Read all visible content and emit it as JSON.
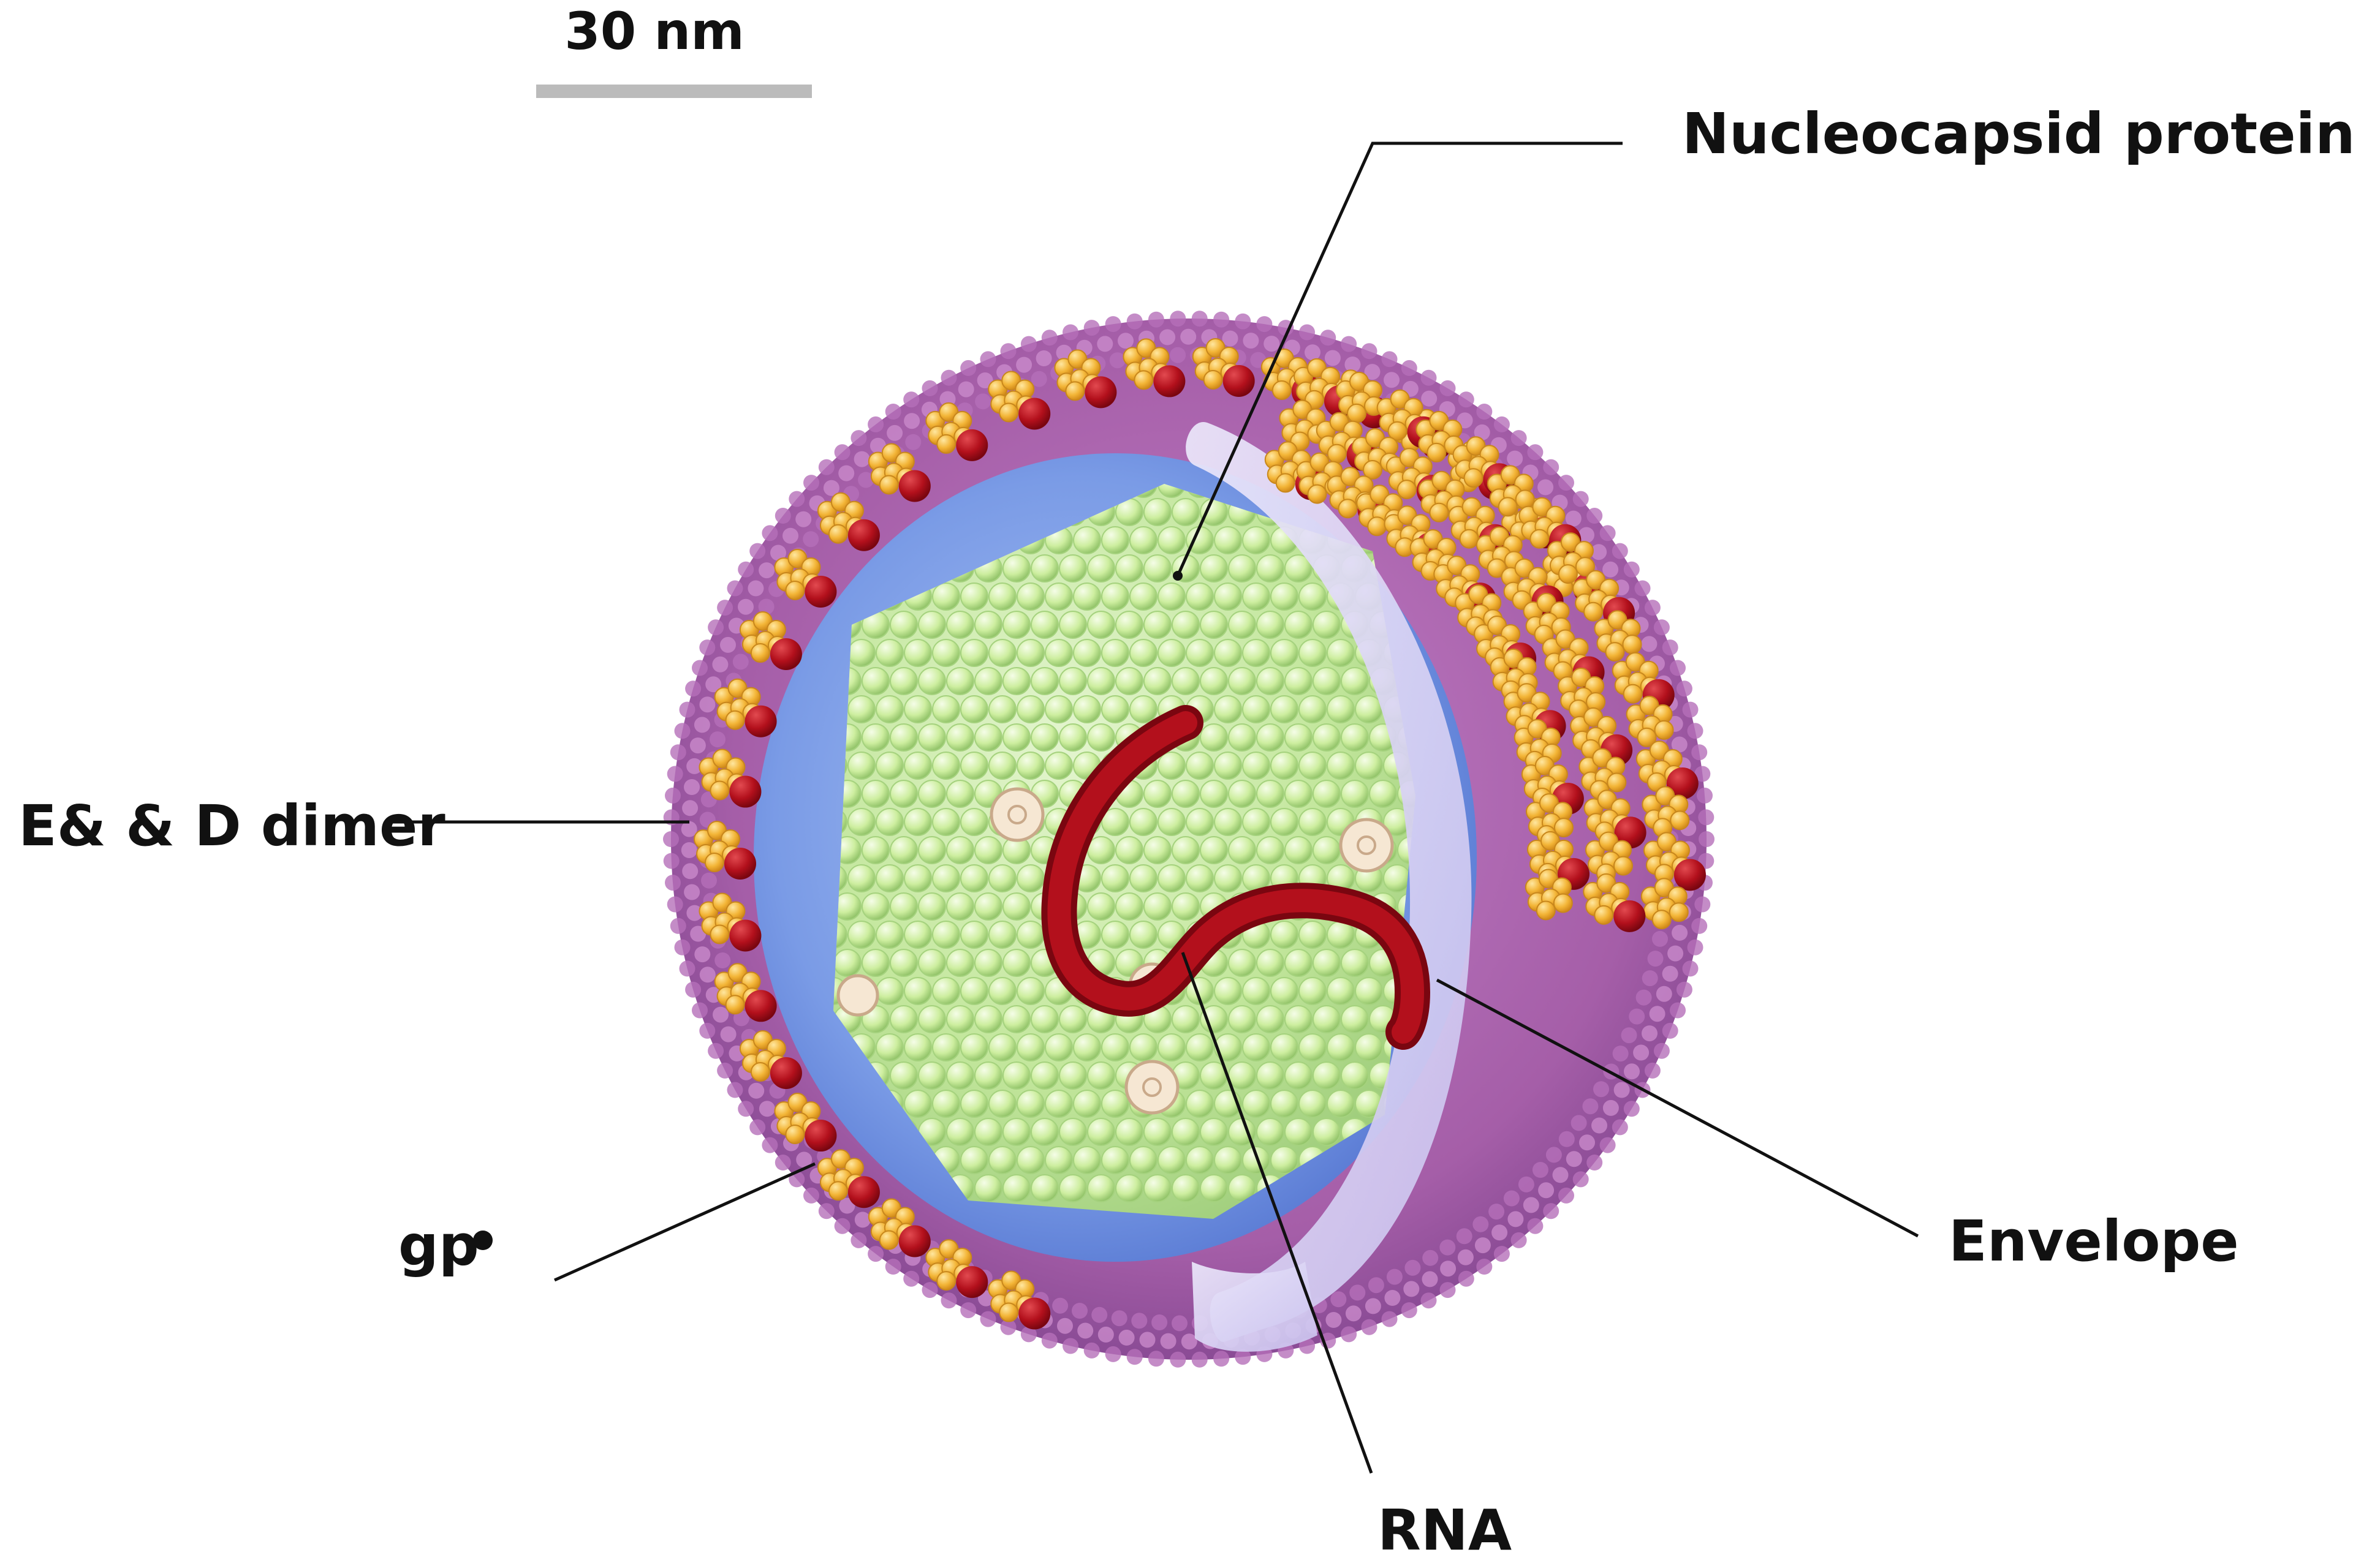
{
  "scale_bar": {
    "label": "30 nm"
  },
  "labels": {
    "nucleocapsid": "Nucleocapsid protein C",
    "dimer": "E& & D dimer",
    "gp": "gp",
    "envelope": "Envelope",
    "rna": "RNA"
  },
  "colors": {
    "outer_membrane": "#a55ea8",
    "glycoprotein_yellow": "#f3b537",
    "glycoprotein_red": "#b3101c",
    "inner_layer_blue": "#6f8fe0",
    "capsid_green": "#c9ec9d",
    "envelope_lavender": "#d9d3f4",
    "rna_red": "#a00e18",
    "scale_bar_gray": "#bbbbbb"
  }
}
